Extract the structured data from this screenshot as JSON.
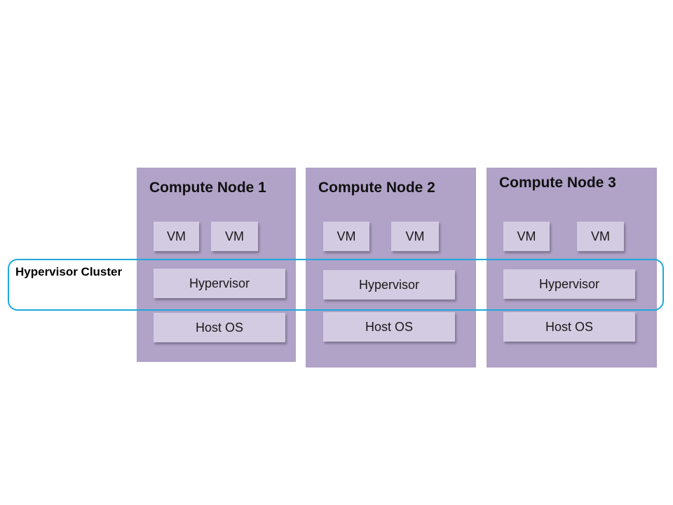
{
  "diagram": {
    "cluster": {
      "label": "Hypervisor Cluster",
      "border_color": "#1ea9dc"
    },
    "colors": {
      "node_background": "#b1a2c8",
      "box_background": "#d3cbe1"
    },
    "nodes": [
      {
        "title": "Compute Node 1",
        "vms": [
          "VM",
          "VM"
        ],
        "hypervisor": "Hypervisor",
        "host_os": "Host OS"
      },
      {
        "title": "Compute Node 2",
        "vms": [
          "VM",
          "VM"
        ],
        "hypervisor": "Hypervisor",
        "host_os": "Host OS"
      },
      {
        "title": "Compute Node 3",
        "vms": [
          "VM",
          "VM"
        ],
        "hypervisor": "Hypervisor",
        "host_os": "Host OS"
      }
    ]
  }
}
